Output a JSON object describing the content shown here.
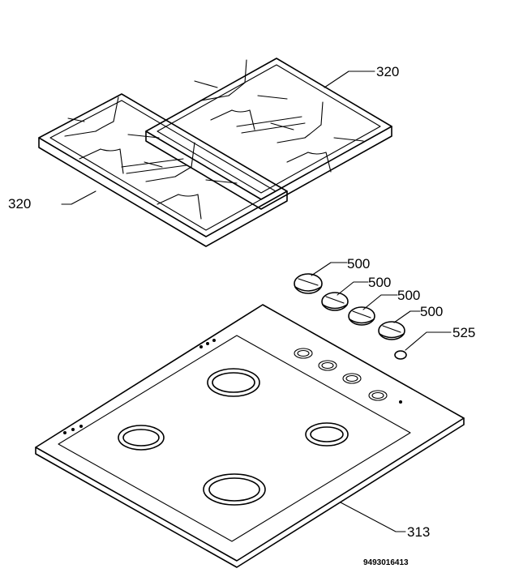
{
  "labels": {
    "grid_right": "320",
    "grid_left": "320",
    "knob_1": "500",
    "knob_2": "500",
    "knob_3": "500",
    "knob_4": "500",
    "small_part": "525",
    "hob_top": "313"
  },
  "reference_number": "9493016413"
}
